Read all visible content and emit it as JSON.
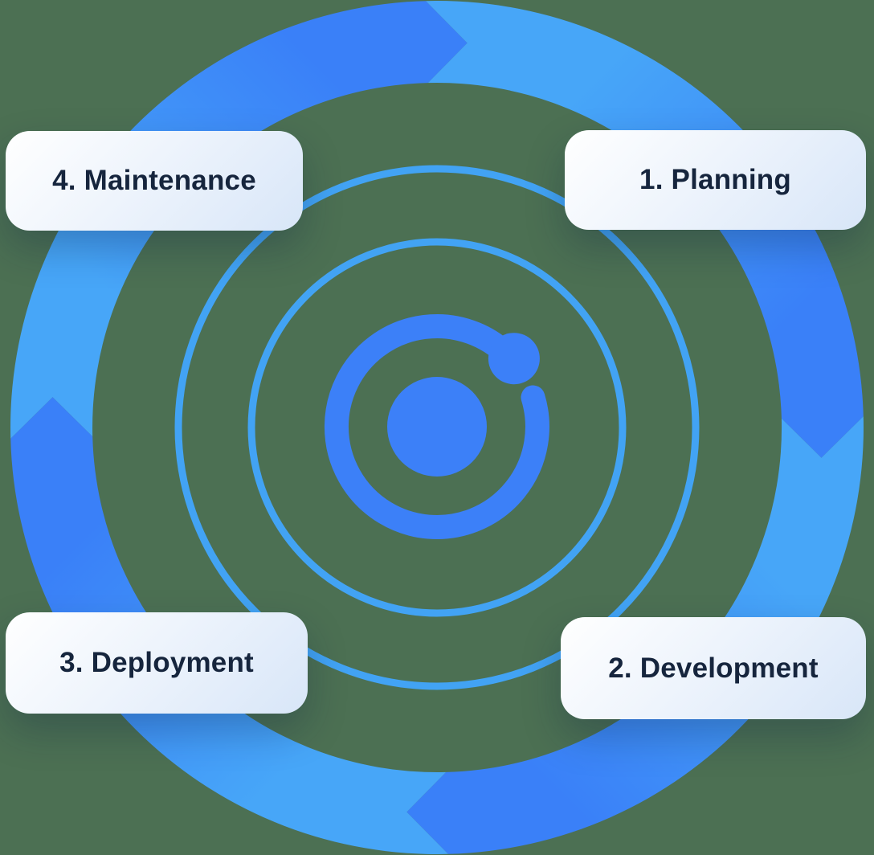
{
  "diagram": {
    "type": "cycle",
    "flow_direction": "clockwise",
    "center_icon": "ionic-logo",
    "steps": [
      {
        "label": "1. Planning",
        "position": "top-right"
      },
      {
        "label": "2. Development",
        "position": "bottom-right"
      },
      {
        "label": "3. Deployment",
        "position": "bottom-left"
      },
      {
        "label": "4. Maintenance",
        "position": "top-left"
      }
    ]
  },
  "colors": {
    "arrow_light": "#47A6F8",
    "arrow_dark": "#3A80F8",
    "ring": "#42A3F4",
    "logo": "#3C80F8",
    "background": "#4C7053",
    "card_text": "#16253D"
  }
}
